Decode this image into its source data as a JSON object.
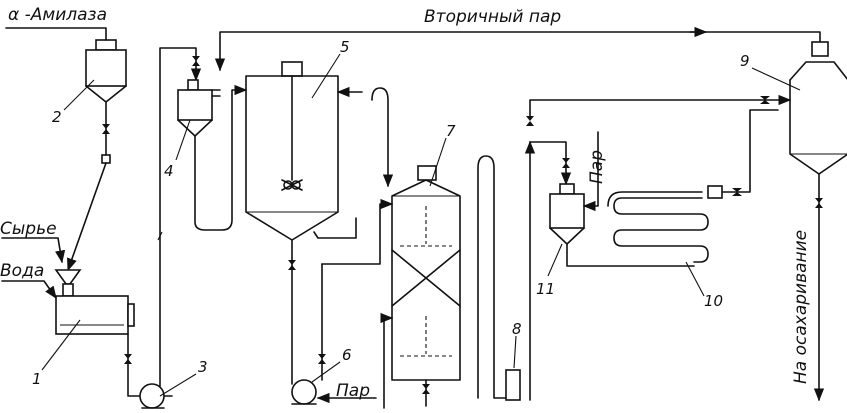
{
  "labels": {
    "amylase": "α -Амилаза",
    "vapor": "Вторичный пар",
    "raw": "Сырье",
    "water": "Вода",
    "steam_6": "Пар",
    "steam_11": "Пар",
    "saccharification": "На осахаривание"
  },
  "numbers": [
    "1",
    "2",
    "3",
    "4",
    "5",
    "6",
    "7",
    "8",
    "9",
    "10",
    "11"
  ]
}
